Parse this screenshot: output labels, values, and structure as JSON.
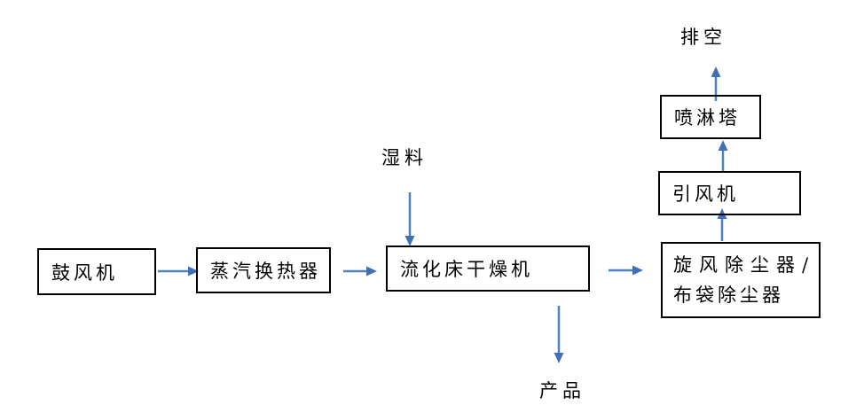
{
  "diagram": {
    "type": "process-flow",
    "nodes": {
      "blower": {
        "label": "鼓风机"
      },
      "steam_heat_exchanger": {
        "label": "蒸汽换热器"
      },
      "fluidized_bed_dryer": {
        "label": "流化床干燥机"
      },
      "dust_collector": {
        "line1": "旋风除尘器/",
        "line2": "布袋除尘器"
      },
      "induced_draft_fan": {
        "label": "引风机"
      },
      "spray_tower": {
        "label": "喷淋塔"
      }
    },
    "flow_labels": {
      "wet_material": "湿料",
      "product": "产品",
      "vent": "排空"
    },
    "edges": [
      {
        "from": "鼓风机",
        "to": "蒸汽换热器"
      },
      {
        "from": "蒸汽换热器",
        "to": "流化床干燥机"
      },
      {
        "from": "湿料",
        "to": "流化床干燥机"
      },
      {
        "from": "流化床干燥机",
        "to": "产品"
      },
      {
        "from": "流化床干燥机",
        "to": "旋风除尘器/布袋除尘器"
      },
      {
        "from": "旋风除尘器/布袋除尘器",
        "to": "引风机"
      },
      {
        "from": "引风机",
        "to": "喷淋塔"
      },
      {
        "from": "喷淋塔",
        "to": "排空"
      }
    ],
    "colors": {
      "arrow_shaft": "#4f81bd",
      "arrow_head": "#4070b8",
      "box_border": "#000000",
      "text": "#000000",
      "background": "#ffffff"
    }
  }
}
